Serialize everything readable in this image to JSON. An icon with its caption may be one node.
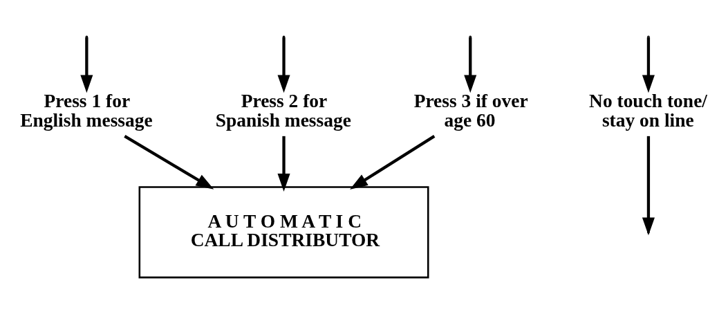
{
  "diagram": {
    "nodes": [
      {
        "text": [
          "Press 1 for English message"
        ]
      },
      {
        "text": [
          "Press 2 for Spanish message"
        ]
      },
      {
        "text": [
          "Press 3 if over age 60"
        ]
      },
      {
        "text": [
          "No touch tone/ stay on line"
        ]
      },
      {
        "text": [
          "A U T O M A T I C CALL DISTRIBUTOR"
        ]
      }
    ],
    "edges": [
      {
        "from": null,
        "to": 0,
        "arrow": "to"
      },
      {
        "from": null,
        "to": 1,
        "arrow": "to"
      },
      {
        "from": null,
        "to": 2,
        "arrow": "to"
      },
      {
        "from": 3,
        "to": null,
        "arrow": "to"
      },
      {
        "from": 0,
        "to": 4,
        "arrow": "to"
      },
      {
        "from": 1,
        "to": 4,
        "arrow": "to"
      },
      {
        "from": 2,
        "to": 4,
        "arrow": "to"
      },
      {
        "from": null,
        "to": 3,
        "arrow": "to"
      }
    ]
  }
}
